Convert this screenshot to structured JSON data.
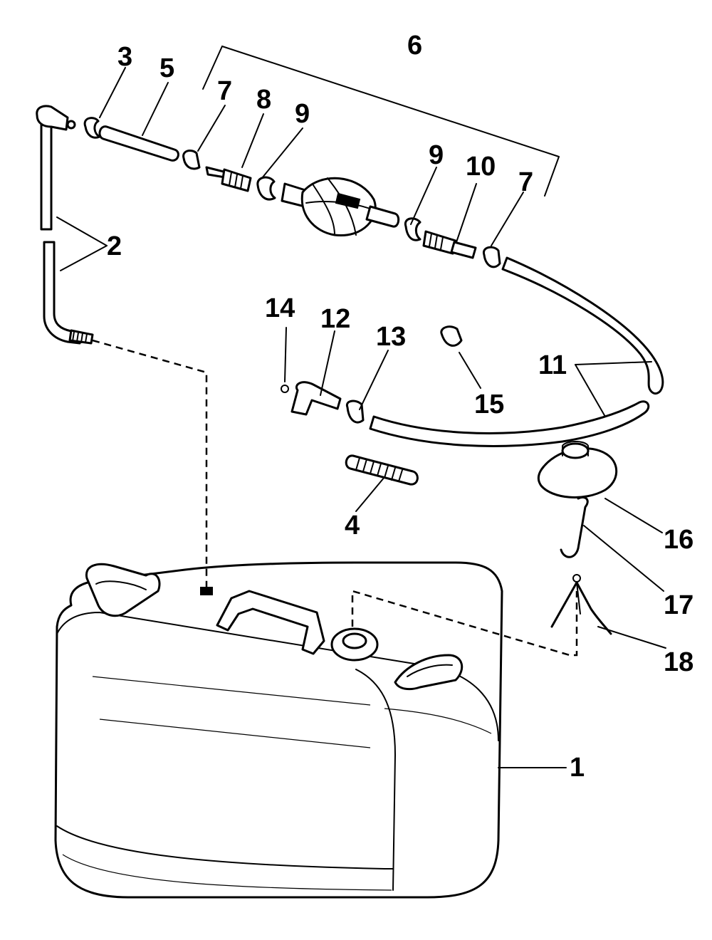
{
  "callouts": [
    "1",
    "2",
    "3",
    "4",
    "5",
    "6",
    "7",
    "7",
    "8",
    "9",
    "9",
    "10",
    "11",
    "12",
    "13",
    "14",
    "15",
    "16",
    "17",
    "18"
  ],
  "colors": {
    "ink": "#000000",
    "paper": "#ffffff"
  }
}
